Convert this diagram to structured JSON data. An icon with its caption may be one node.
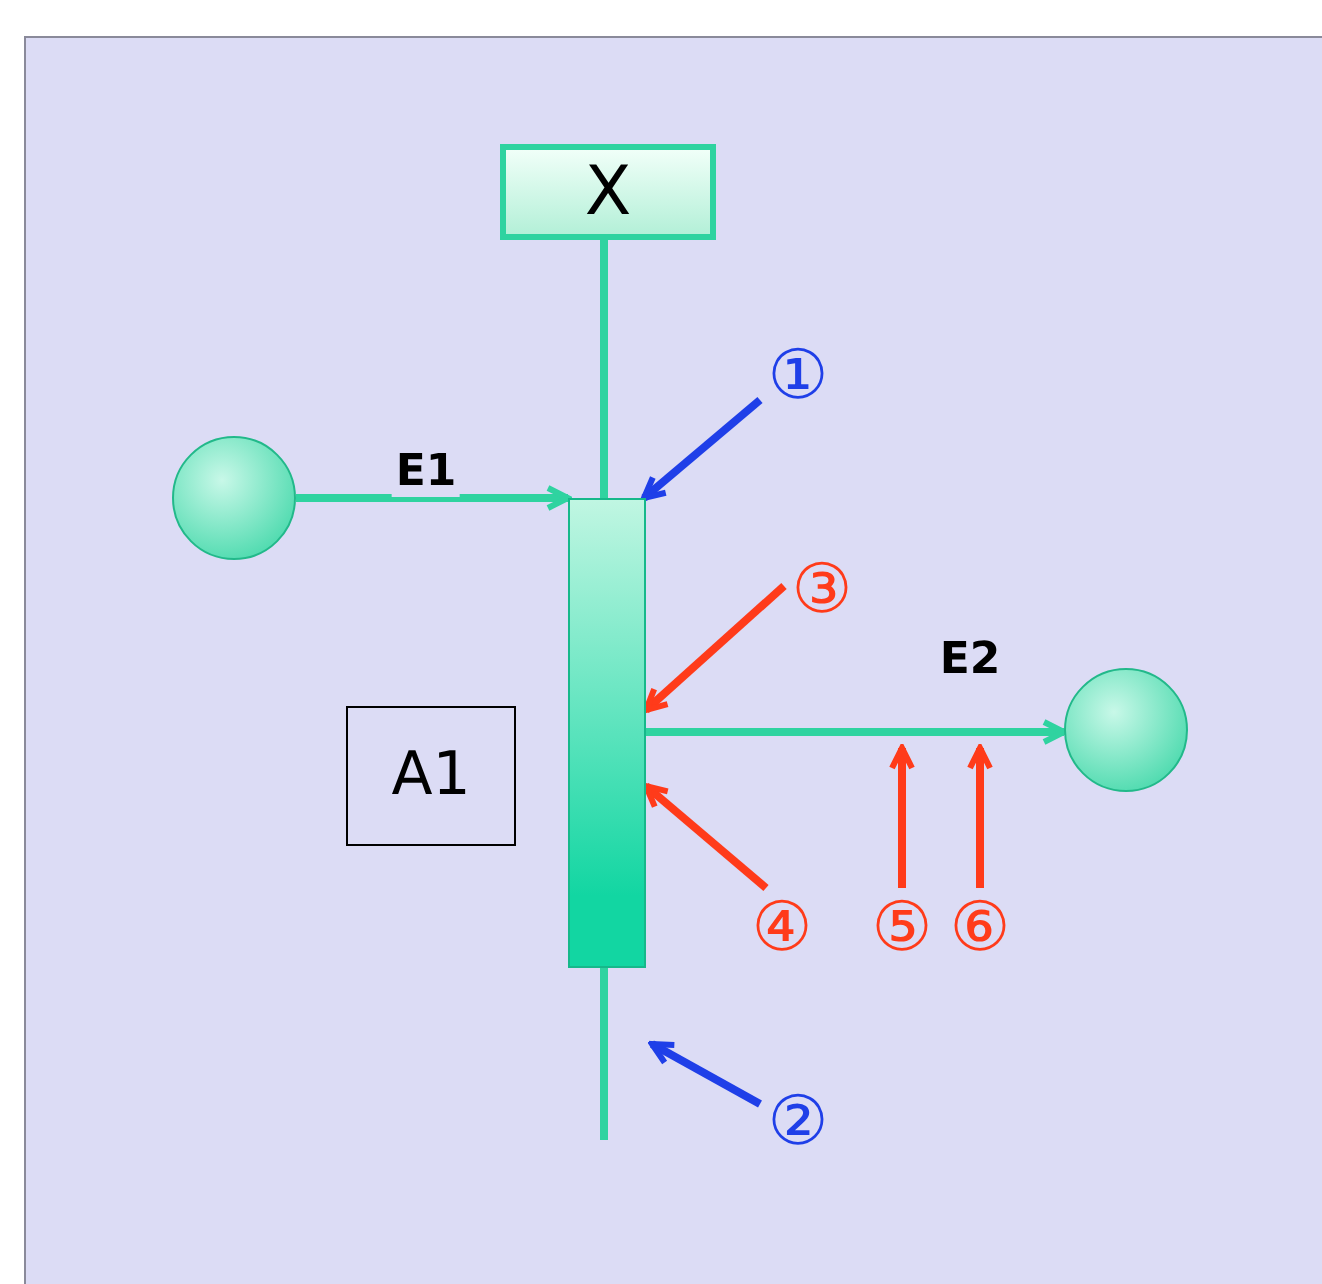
{
  "diagram": {
    "nodes": [
      {
        "text": [
          "X"
        ]
      },
      {
        "text": [],
        "shape": "circle"
      },
      {
        "text": [],
        "shape": "bar"
      },
      {
        "text": [],
        "shape": "circle"
      },
      {
        "text": [
          "A1"
        ]
      },
      {
        "text": [
          "①"
        ]
      },
      {
        "text": [
          "②"
        ]
      },
      {
        "text": [
          "③"
        ]
      },
      {
        "text": [
          "④"
        ]
      },
      {
        "text": [
          "⑤"
        ]
      },
      {
        "text": [
          "⑥"
        ]
      }
    ],
    "edges": [
      {
        "from": 1,
        "to": 2,
        "arrow": "to",
        "label": "E1",
        "color": "#2fd3a0"
      },
      {
        "from": 2,
        "to": 3,
        "arrow": "to",
        "label": "E2",
        "color": "#2fd3a0"
      },
      {
        "from": 0,
        "to": 2,
        "arrow": "none",
        "color": "#2fd3a0"
      },
      {
        "from": 2,
        "to": null,
        "arrow": "none",
        "color": "#2fd3a0"
      },
      {
        "from": 5,
        "to": 2,
        "arrow": "to",
        "color": "#1f3fe8"
      },
      {
        "from": 6,
        "to": null,
        "arrow": "to",
        "color": "#1f3fe8"
      },
      {
        "from": 7,
        "to": 2,
        "arrow": "to",
        "color": "#ff3b1a"
      },
      {
        "from": 8,
        "to": 2,
        "arrow": "to",
        "color": "#ff3b1a"
      },
      {
        "from": 9,
        "to": null,
        "arrow": "to",
        "color": "#ff3b1a"
      },
      {
        "from": 10,
        "to": null,
        "arrow": "to",
        "color": "#ff3b1a"
      }
    ]
  }
}
